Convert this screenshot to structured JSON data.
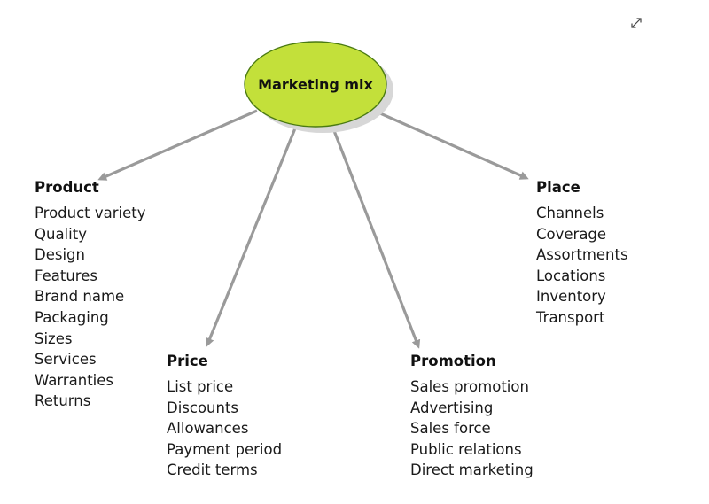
{
  "center": {
    "label": "Marketing mix",
    "fill": "#c3e03a",
    "stroke": "#4a7a12"
  },
  "colors": {
    "arrow": "#9a9a9a",
    "shadow": "#d7d7d7",
    "text": "#111111"
  },
  "nodes": {
    "product": {
      "title": "Product",
      "items": [
        "Product variety",
        "Quality",
        "Design",
        "Features",
        "Brand name",
        "Packaging",
        "Sizes",
        "Services",
        "Warranties",
        "Returns"
      ]
    },
    "price": {
      "title": "Price",
      "items": [
        "List price",
        "Discounts",
        "Allowances",
        "Payment period",
        "Credit terms"
      ]
    },
    "promotion": {
      "title": "Promotion",
      "items": [
        "Sales promotion",
        "Advertising",
        "Sales force",
        "Public relations",
        "Direct marketing"
      ]
    },
    "place": {
      "title": "Place",
      "items": [
        "Channels",
        "Coverage",
        "Assortments",
        "Locations",
        "Inventory",
        "Transport"
      ]
    }
  },
  "controls": {
    "expand_icon": "expand-icon"
  }
}
